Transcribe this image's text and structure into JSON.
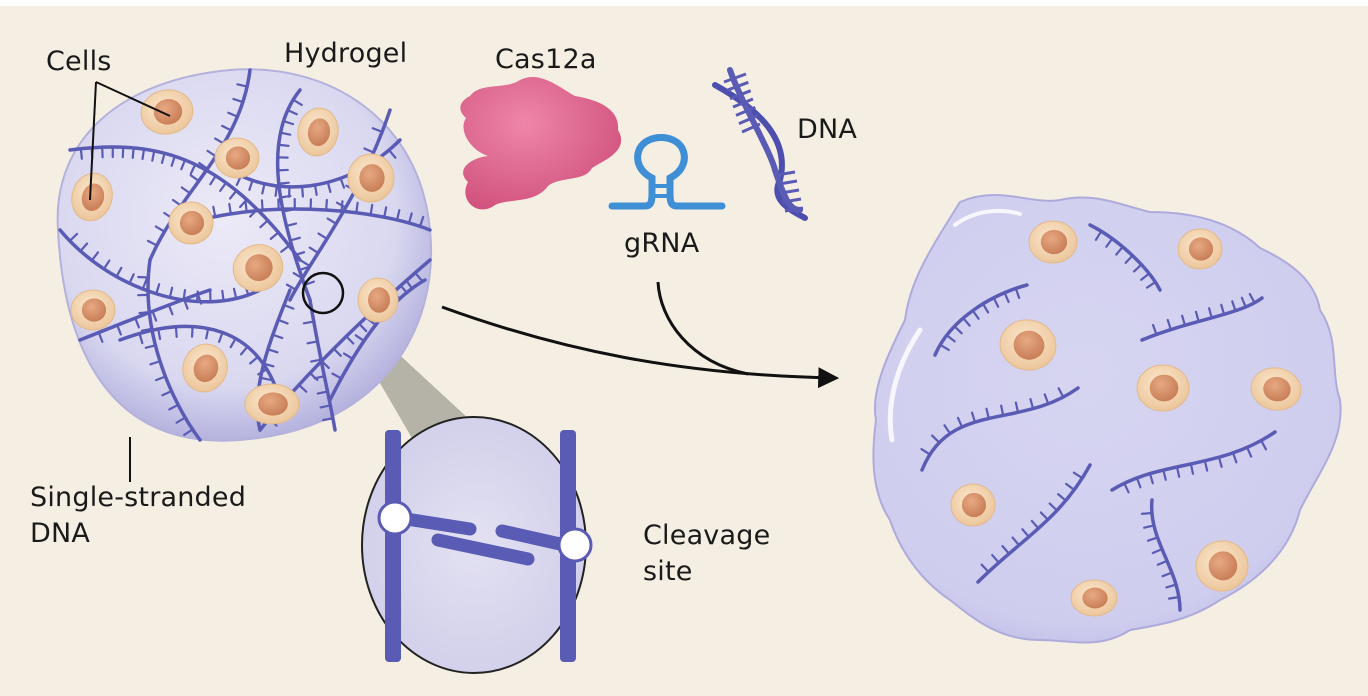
{
  "figure": {
    "type": "schematic",
    "description": "Cas12a-gRNA triggered cleavage of single-stranded DNA crosslinks degrades a DNA hydrogel, releasing encapsulated cells",
    "labels": {
      "cells": "Cells",
      "hydrogel": "Hydrogel",
      "cas12a": "Cas12a",
      "dna": "DNA",
      "grna": "gRNA",
      "ssdna": "Single-stranded\nDNA",
      "cleavage": "Cleavage\nsite"
    },
    "colors": {
      "background": "#f5efe3",
      "gel_fill": "#d9d8f0",
      "gel_edge": "#b9b7e2",
      "strand": "#5a5bb4",
      "cell_outer": "#f2d2ab",
      "cell_nucleus": "#d99268",
      "cas12a": "#e2638f",
      "grna": "#3f8fd6",
      "arrow": "#111111",
      "magnifier_cone": "#a8a69c"
    },
    "elements": [
      "intact-hydrogel",
      "cas12a-protein",
      "grna-hairpin",
      "dna-double-helix",
      "cleavage-magnifier",
      "process-arrow",
      "degraded-hydrogel"
    ]
  }
}
